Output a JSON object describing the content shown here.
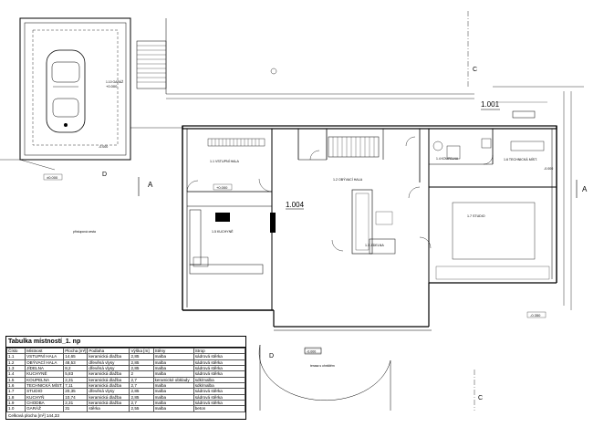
{
  "plan": {
    "level_left": "±0.000",
    "level_garage": "+0.000",
    "level_center": "+0.000",
    "level_bottom": "-0.000",
    "level_right": "-0.350",
    "level_garage_right": "-0.000",
    "level_far_right": "-0.000",
    "stair_mark_1": "1.001",
    "stair_mark_2": "1.004",
    "section_a": "A",
    "section_c": "C",
    "section_d": "D",
    "room_labels": [
      "1.1 VSTUPNÍ HALA",
      "1.2 OBÝVACÍ HALA",
      "1.3 JÍDELNA",
      "1.5 KUCHYNĚ",
      "1.6 TECHNICKÁ MÍST.",
      "1.7 STUDIO",
      "1.4 KOUPELNA",
      "1.10 GARÁŽ"
    ],
    "garden_note": "přístupová cesta",
    "terrace_note": "terasa s ohništěm"
  },
  "table": {
    "caption": "Tabulka místností_1. np",
    "headers": [
      "Číslo",
      "Místnost",
      "Plocha [m²]",
      "Podlaha",
      "Výška [m]",
      "Stěny",
      "Strop"
    ],
    "rows": [
      [
        "1.1",
        "VSTUPNÍ HALA",
        "14,65",
        "keramická dlažba",
        "2,85",
        "malba",
        "sádrová stěrka"
      ],
      [
        "1.2",
        "OBÝVACÍ HALA",
        "48,53",
        "dřevěná vlysy",
        "2,85",
        "malba",
        "sádrová stěrka"
      ],
      [
        "1.3",
        "JÍDELNA",
        "8,2",
        "dřevěná vlysy",
        "2,85",
        "malba",
        "sádrová stěrka"
      ],
      [
        "1.4",
        "KUCHYNĚ",
        "5,83",
        "keramická dlažba",
        "2",
        "malba",
        "sádrová stěrka"
      ],
      [
        "1.5",
        "KOUPELNA",
        "2,31",
        "keramická dlažba",
        "2,7",
        "keramické obklady",
        "sdk/malba"
      ],
      [
        "1.6",
        "TECHNICKÁ MÍST.",
        "7,11",
        "keramická dlažba",
        "2,7",
        "malba",
        "sdk/malba"
      ],
      [
        "1.7",
        "STUDIO",
        "20,35",
        "dřevěná vlysy",
        "2,85",
        "malba",
        "sádrová stěrka"
      ],
      [
        "1.8",
        "KUCHYŇ",
        "10,74",
        "keramická dlažba",
        "2,85",
        "malba",
        "sádrová stěrka"
      ],
      [
        "1.9",
        "CHODBA",
        "2,31",
        "keramická dlažba",
        "2,7",
        "malba",
        "sádrová stěrka"
      ],
      [
        "1.0",
        "GARÁŽ",
        "31",
        "stěrka",
        "2,55",
        "malba",
        "beton"
      ]
    ],
    "total": "Celková plocha [m²] 144,33"
  }
}
